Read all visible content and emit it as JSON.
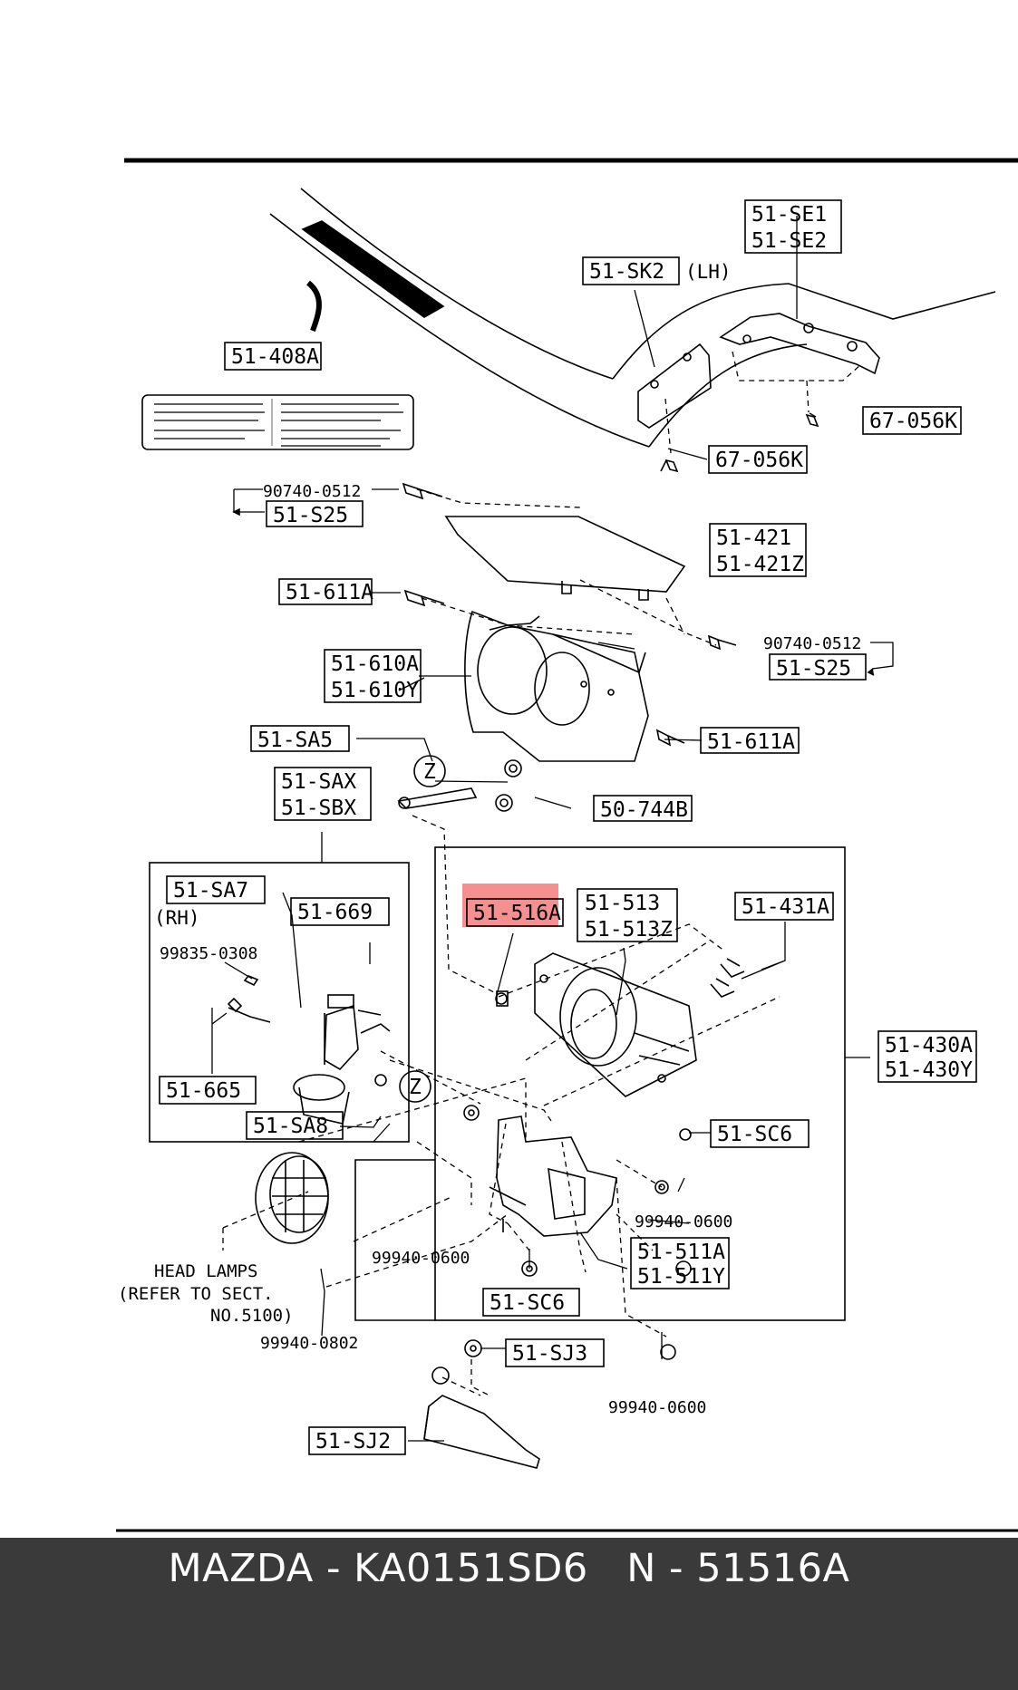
{
  "footer": {
    "caption": "MAZDA - KA0151SD6   N - 51516A"
  },
  "highlight": {
    "part": "51-516A",
    "color": "#f47c7c"
  },
  "labels": {
    "p_51_SE1": "51-SE1",
    "p_51_SE2": "51-SE2",
    "p_51_SK2": "51-SK2",
    "lh": "(LH)",
    "p_51_408A": "51-408A",
    "p_67_056K_a": "67-056K",
    "p_67_056K_b": "67-056K",
    "p_90740_a": "90740-0512",
    "p_51_S25_a": "51-S25",
    "p_51_421": "51-421",
    "p_51_421Z": "51-421Z",
    "p_51_611A_a": "51-611A",
    "p_90740_b": "90740-0512",
    "p_51_S25_b": "51-S25",
    "p_51_610A": "51-610A",
    "p_51_610Y": "51-610Y",
    "p_51_611A_b": "51-611A",
    "p_51_SA5": "51-SA5",
    "z_a": "Z",
    "p_51_SAX": "51-SAX",
    "p_51_SBX": "51-SBX",
    "p_50_744B": "50-744B",
    "p_51_SA7": "51-SA7",
    "rh": "(RH)",
    "p_51_669": "51-669",
    "p_99835": "99835-0308",
    "p_51_665": "51-665",
    "p_51_SA8": "51-SA8",
    "z_b": "Z",
    "p_51_516A": "51-516A",
    "p_51_513": "51-513",
    "p_51_513Z": "51-513Z",
    "p_51_431A": "51-431A",
    "p_51_430A": "51-430A",
    "p_51_430Y": "51-430Y",
    "p_51_SC6_a": "51-SC6",
    "p_99940_0600_a": "99940-0600",
    "p_99940_0600_b": "99940-0600",
    "p_51_511A": "51-511A",
    "p_51_511Y": "51-511Y",
    "p_51_SC6_b": "51-SC6",
    "head_lamps": "HEAD LAMPS",
    "refer_to": "(REFER TO SECT.",
    "no_5100": "NO.5100)",
    "p_99940_0802": "99940-0802",
    "p_51_SJ3": "51-SJ3",
    "p_99940_0600_c": "99940-0600",
    "p_51_SJ2": "51-SJ2"
  }
}
